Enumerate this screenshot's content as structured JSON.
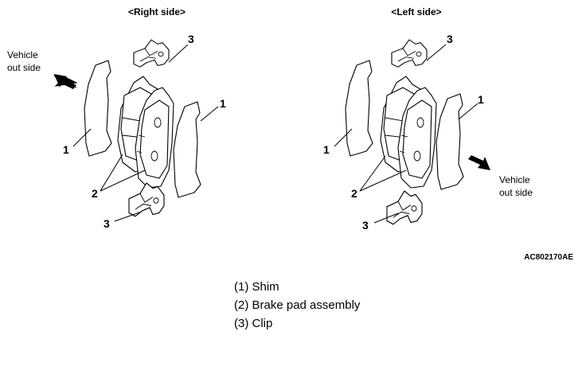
{
  "headers": {
    "right": "<Right side>",
    "left": "<Left side>"
  },
  "callouts": {
    "shim": "1",
    "pad": "2",
    "clip": "3"
  },
  "vehicle_outside": {
    "line1": "Vehicle",
    "line2": "out side"
  },
  "figure_code": "AC802170AE",
  "legend": [
    "(1) Shim",
    "(2) Brake pad assembly",
    "(3) Clip"
  ],
  "icons": [
    "arrow-icon"
  ]
}
